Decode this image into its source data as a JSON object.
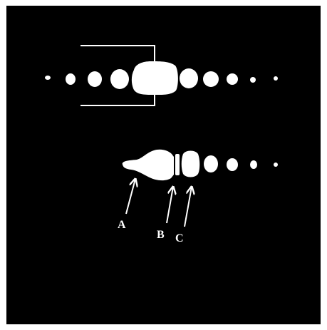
{
  "figure": {
    "background_color": "#000000",
    "foreground_color": "#ffffff",
    "labels": {
      "a": "A",
      "b": "B",
      "c": "C"
    }
  }
}
